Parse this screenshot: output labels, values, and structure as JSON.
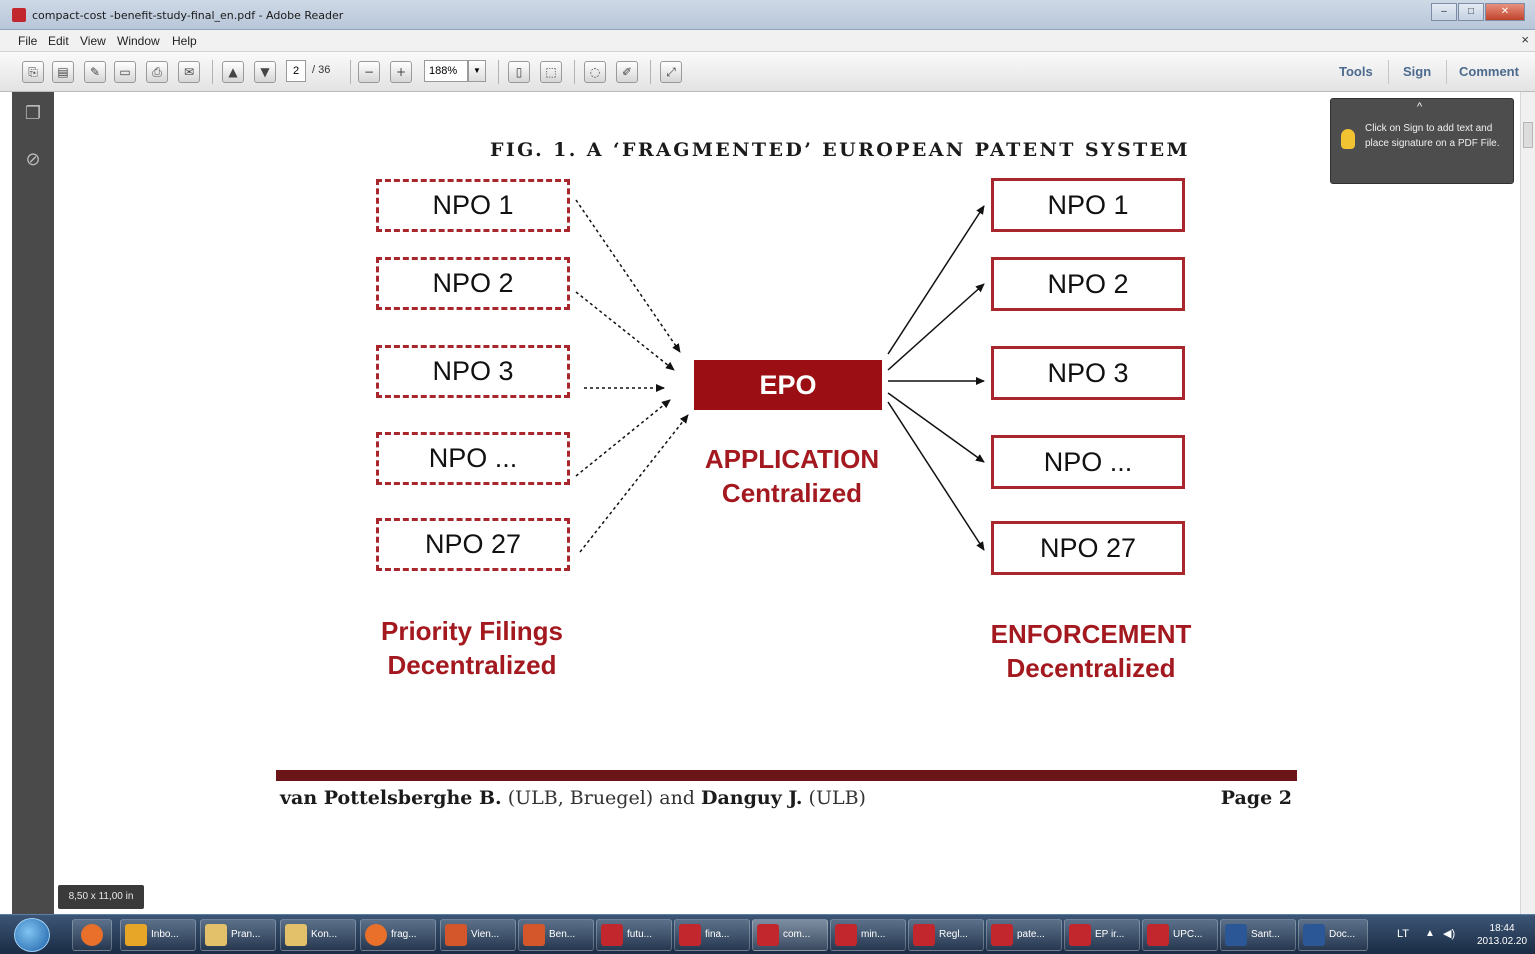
{
  "window": {
    "title": "compact-cost -benefit-study-final_en.pdf - Adobe Reader",
    "buttons": [
      "–",
      "□",
      "✕"
    ]
  },
  "menu": {
    "items": [
      "File",
      "Edit",
      "View",
      "Window",
      "Help"
    ],
    "close": "×"
  },
  "toolbar": {
    "page_current": "2",
    "page_total": "/ 36",
    "zoom": "188%",
    "tools_label": "Tools",
    "sign_label": "Sign",
    "comment_label": "Comment"
  },
  "callout": {
    "caret": "^",
    "text": "Click on Sign to add text and place signature on a PDF File."
  },
  "figure": {
    "title": "FIG. 1. A ‘FRAGMENTED’ EUROPEAN PATENT SYSTEM",
    "left_boxes": [
      "NPO 1",
      "NPO 2",
      "NPO 3",
      "NPO ...",
      "NPO 27"
    ],
    "right_boxes": [
      "NPO 1",
      "NPO 2",
      "NPO 3",
      "NPO ...",
      "NPO 27"
    ],
    "center_box": "EPO",
    "center_label_1": "APPLICATION",
    "center_label_2": "Centralized",
    "left_label_1": "Priority Filings",
    "left_label_2": "Decentralized",
    "right_label_1": "ENFORCEMENT",
    "right_label_2": "Decentralized",
    "accent_color": "#a8262c"
  },
  "footer": {
    "author_1": "van Pottelsberghe B.",
    "affil_1": " (ULB, Bruegel) and ",
    "author_2": "Danguy J.",
    "affil_2": " (ULB)",
    "page": "Page 2"
  },
  "status": {
    "page_size": "8,50 x 11,00 in"
  },
  "taskbar": {
    "items": [
      "Inbo...",
      "Pran...",
      "Kon...",
      "frag...",
      "Vien...",
      "Ben...",
      "futu...",
      "fina...",
      "com...",
      "min...",
      "Regl...",
      "pate...",
      "EP ir...",
      "UPC...",
      "Sant...",
      "Doc..."
    ],
    "lang": "LT",
    "time": "18:44",
    "date": "2013.02.20"
  }
}
